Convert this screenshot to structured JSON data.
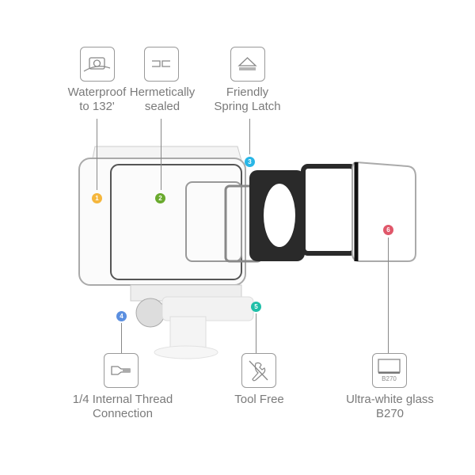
{
  "features": [
    {
      "id": 1,
      "label_line1": "Waterproof",
      "label_line2": "to 132'",
      "icon": "camera-wave-icon",
      "badge_color": "#f5b63c"
    },
    {
      "id": 2,
      "label_line1": "Hermetically",
      "label_line2": "sealed",
      "icon": "seal-icon",
      "badge_color": "#6aaa2e"
    },
    {
      "id": 3,
      "label_line1": "Friendly",
      "label_line2": "Spring Latch",
      "icon": "eject-latch-icon",
      "badge_color": "#29b6e6"
    },
    {
      "id": 4,
      "label_line1": "1/4 Internal Thread",
      "label_line2": "Connection",
      "icon": "screw-icon",
      "badge_color": "#5b8fe0"
    },
    {
      "id": 5,
      "label_line1": "Tool Free",
      "label_line2": "",
      "icon": "no-wrench-icon",
      "badge_color": "#1fbfa8"
    },
    {
      "id": 6,
      "label_line1": "Ultra-white glass",
      "label_line2": "B270",
      "icon": "glass-b270-icon",
      "badge_color": "#e0576a"
    }
  ],
  "badges": [
    "1",
    "2",
    "3",
    "4",
    "5",
    "6"
  ],
  "glass_icon_text": "B270"
}
